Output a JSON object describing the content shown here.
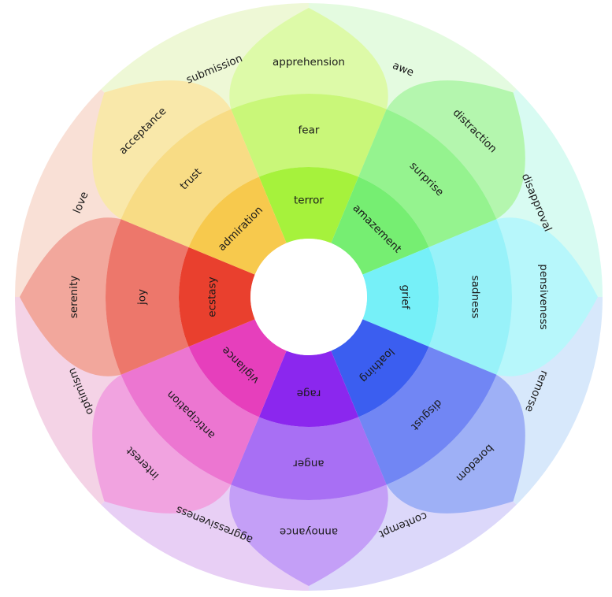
{
  "colors": {
    "background": "#ffffff",
    "center": "#ffffff",
    "dyad_blend_spring": "#f0f8d8",
    "dyad_blend_summer": "#f3d8f0"
  },
  "emotions": [
    {
      "key": "fear",
      "inner": "terror",
      "middle": "fear",
      "outer": "apprehension",
      "colors": [
        "#a6f23c",
        "#c9f779",
        "#ddfaa8"
      ]
    },
    {
      "key": "surprise",
      "inner": "amazement",
      "middle": "surprise",
      "outer": "distraction",
      "colors": [
        "#76ee72",
        "#95f38f",
        "#b4f6ae"
      ]
    },
    {
      "key": "sadness",
      "inner": "grief",
      "middle": "sadness",
      "outer": "pensiveness",
      "colors": [
        "#76f0f8",
        "#98f2f9",
        "#b7f7fb"
      ]
    },
    {
      "key": "disgust",
      "inner": "loathing",
      "middle": "disgust",
      "outer": "boredom",
      "colors": [
        "#3b5ef0",
        "#7186f4",
        "#9eb0f6"
      ]
    },
    {
      "key": "anger",
      "inner": "rage",
      "middle": "anger",
      "outer": "annoyance",
      "colors": [
        "#8b27ee",
        "#a86ff4",
        "#c49ff7"
      ]
    },
    {
      "key": "anticipation",
      "inner": "vigilance",
      "middle": "anticipation",
      "outer": "interest",
      "colors": [
        "#e63fbc",
        "#ec76d1",
        "#f1a3e0"
      ]
    },
    {
      "key": "joy",
      "inner": "ecstasy",
      "middle": "joy",
      "outer": "serenity",
      "colors": [
        "#e9402e",
        "#ed776b",
        "#f2a79c"
      ]
    },
    {
      "key": "trust",
      "inner": "admiration",
      "middle": "trust",
      "outer": "acceptance",
      "colors": [
        "#f7c94d",
        "#f8dc85",
        "#f9e8aa"
      ]
    }
  ],
  "dyads": [
    {
      "label": "awe",
      "color": "#e4fbe0"
    },
    {
      "label": "disapproval",
      "color": "#d8fbf2"
    },
    {
      "label": "remorse",
      "color": "#d7e8fb"
    },
    {
      "label": "contempt",
      "color": "#dcd8fa"
    },
    {
      "label": "aggressiveness",
      "color": "#e8cff5"
    },
    {
      "label": "optimism",
      "color": "#f4d3e6"
    },
    {
      "label": "love",
      "color": "#f9e0d6"
    },
    {
      "label": "submission",
      "color": "#eef8d6"
    }
  ]
}
